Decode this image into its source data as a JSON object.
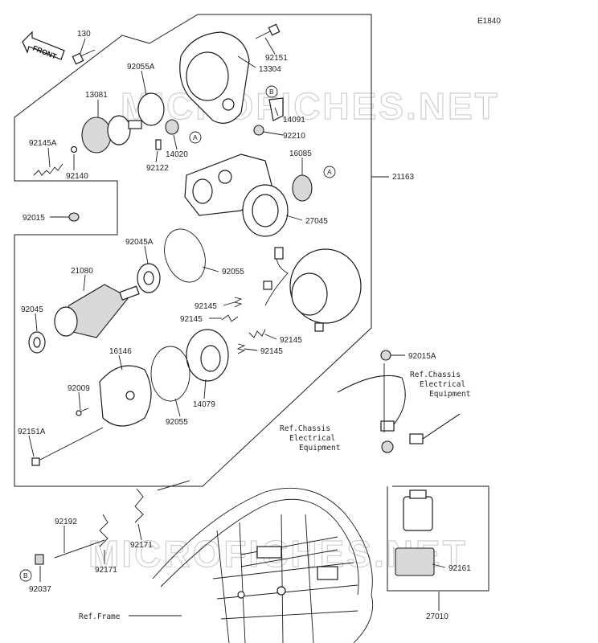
{
  "diagram_code": "E1840",
  "watermark": "MICROFICHES.NET",
  "front_arrow": "FRONT",
  "parts": {
    "p130": "130",
    "p92151": "92151",
    "p13304": "13304",
    "p92055A": "92055A",
    "p13081": "13081",
    "p14091": "14091",
    "p92210": "92210",
    "p14020": "14020",
    "p92145A": "92145A",
    "p92140": "92140",
    "p92122": "92122",
    "p16085": "16085",
    "p21163": "21163",
    "p92015": "92015",
    "p27045": "27045",
    "p92045A": "92045A",
    "p21080": "21080",
    "p92055a": "92055",
    "p92045": "92045",
    "p92145a": "92145",
    "p92145b": "92145",
    "p92145c": "92145",
    "p92145d": "92145",
    "p16146": "16146",
    "p92015A": "92015A",
    "p92009": "92009",
    "p14079": "14079",
    "p92055b": "92055",
    "p92151A": "92151A",
    "p92192": "92192",
    "p92171a": "92171",
    "p92171b": "92171",
    "p92161": "92161",
    "p92037": "92037",
    "p27010": "27010"
  },
  "refs": {
    "chassis1_l1": "Ref.Chassis",
    "chassis1_l2": "Electrical",
    "chassis1_l3": "Equipment",
    "chassis2_l1": "Ref.Chassis",
    "chassis2_l2": "Electrical",
    "chassis2_l3": "Equipment",
    "frame": "Ref.Frame"
  },
  "callouts": {
    "a1": "A",
    "a2": "A",
    "b1": "B",
    "b2": "B"
  }
}
